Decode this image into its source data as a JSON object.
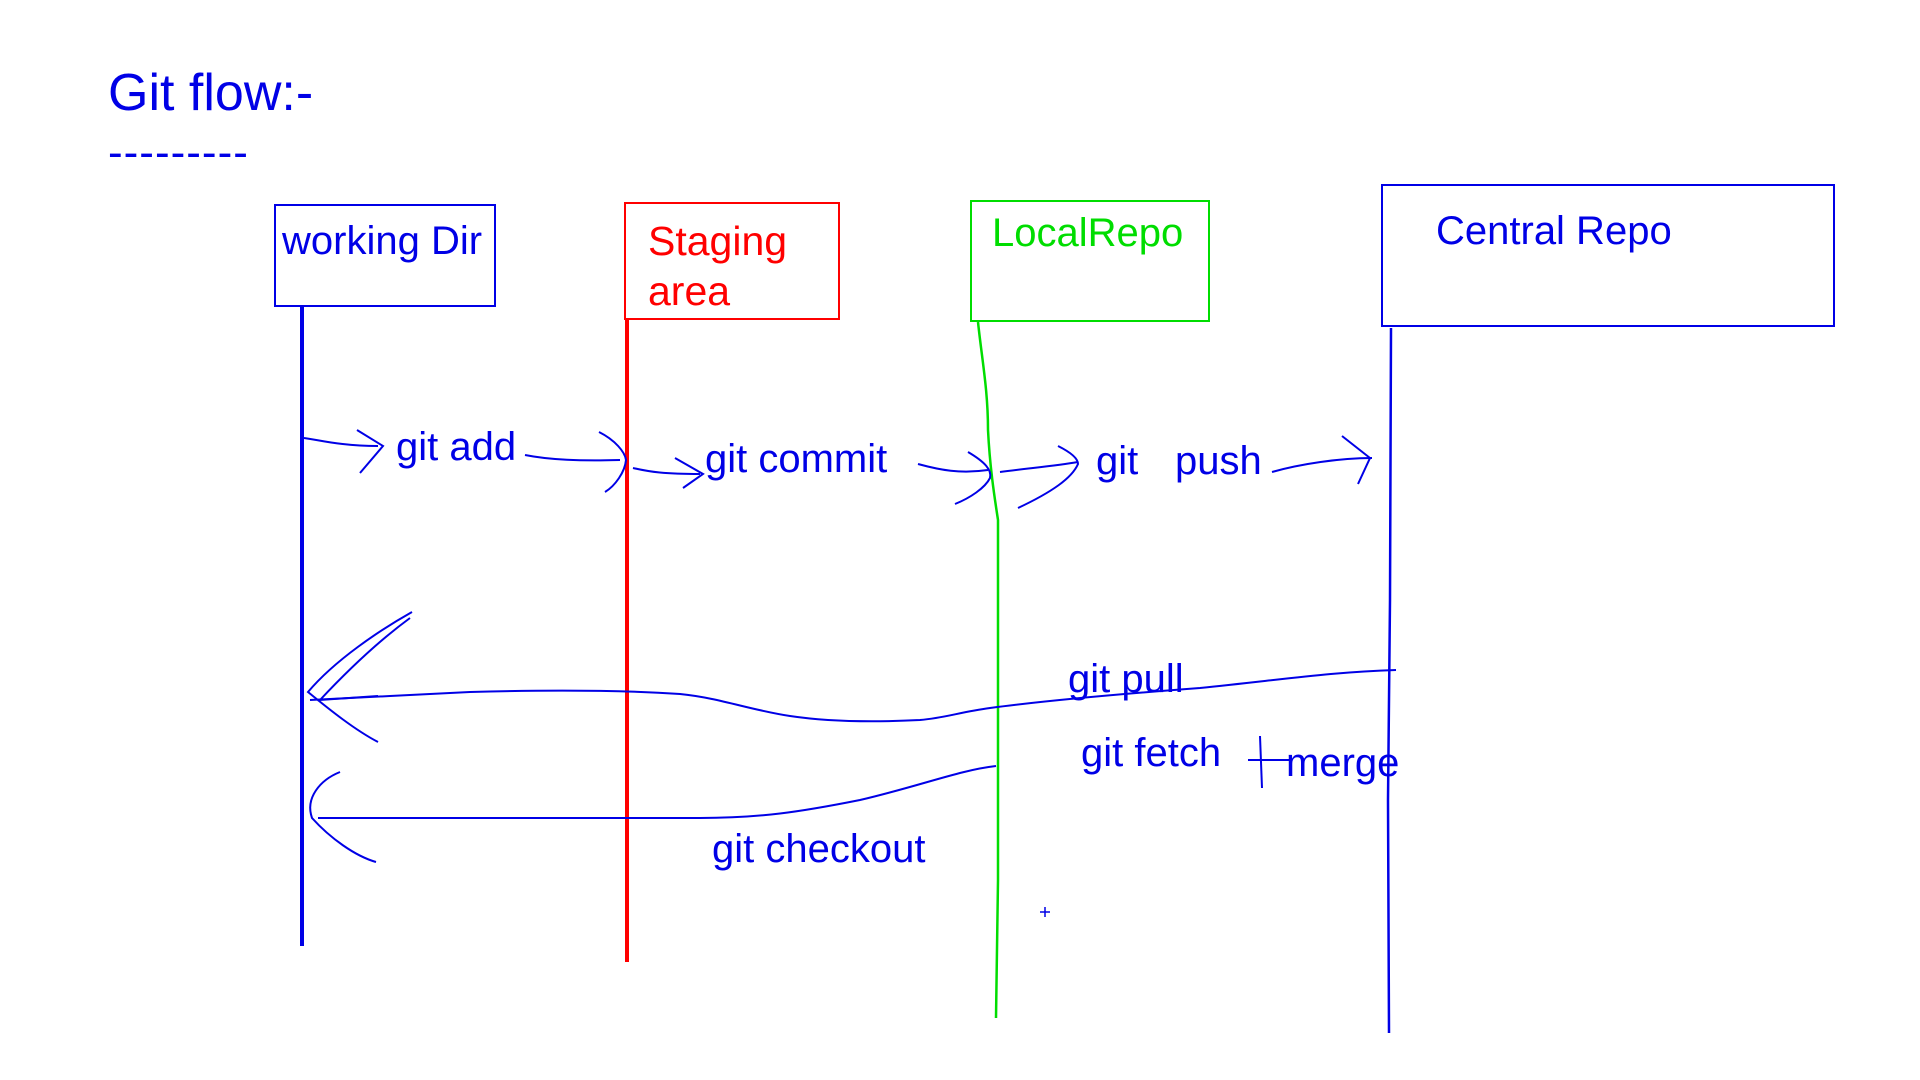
{
  "heading": {
    "title": "Git flow:-",
    "underline": "---------"
  },
  "lanes": {
    "working_dir": "working Dir",
    "staging_area_line1": "Staging",
    "staging_area_line2": "area",
    "local_repo": "LocalRepo",
    "central_repo": "Central Repo"
  },
  "arrows": {
    "git_add": "git add",
    "git_commit": "git commit",
    "git_push_1": "git",
    "git_push_2": "push",
    "git_pull": "git pull",
    "git_fetch": "git fetch",
    "merge": "merge",
    "git_checkout": "git checkout"
  },
  "colors": {
    "working_dir": "#0000e6",
    "staging_area": "#ff0000",
    "local_repo": "#00dd00",
    "central_repo": "#0000e6",
    "arrows": "#0000e6"
  }
}
